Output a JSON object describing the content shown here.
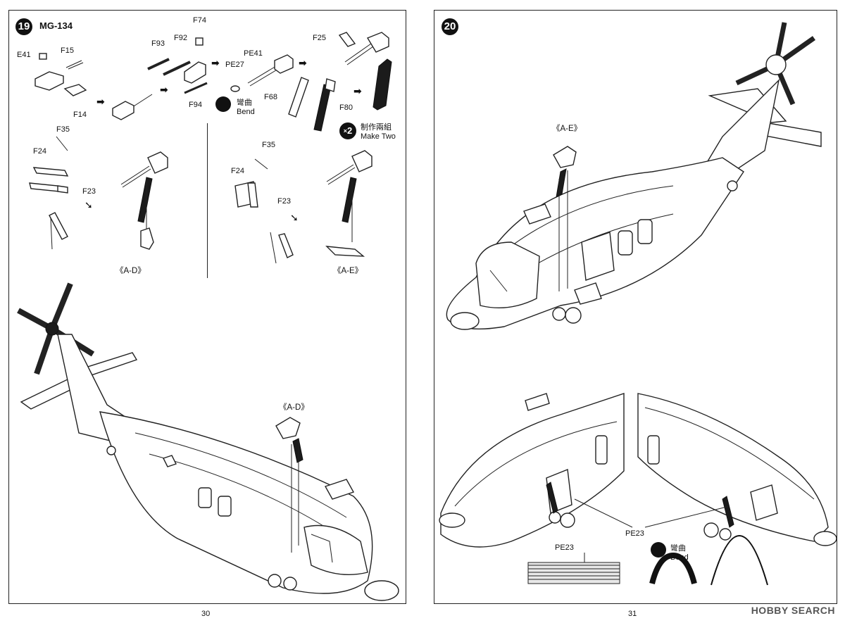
{
  "left_page": {
    "page_number": "30",
    "step": {
      "number": "19",
      "title": "MG-134"
    },
    "parts_top": [
      "E41",
      "F15",
      "F14",
      "F93",
      "F92",
      "F74",
      "F94",
      "PE27",
      "PE41",
      "F25",
      "F68",
      "F80"
    ],
    "bend": {
      "zh": "彎曲",
      "en": "Bend"
    },
    "make_two": {
      "count": "2",
      "zh": "制作兩組",
      "en": "Make Two"
    },
    "sub_left": {
      "labels": [
        "F35",
        "F24",
        "F23"
      ],
      "ref": "《A-D》"
    },
    "sub_right": {
      "labels": [
        "F35",
        "F24",
        "F23"
      ],
      "ref": "《A-E》"
    },
    "lower_ref": "《A-D》"
  },
  "right_page": {
    "page_number": "31",
    "step": {
      "number": "20"
    },
    "upper_ref": "《A-E》",
    "lower": {
      "pe_label_bottom": "PE23",
      "pe_label_strip": "PE23",
      "bend": {
        "zh": "彎曲",
        "en": "Bend"
      }
    }
  },
  "watermark": "HOBBY SEARCH"
}
